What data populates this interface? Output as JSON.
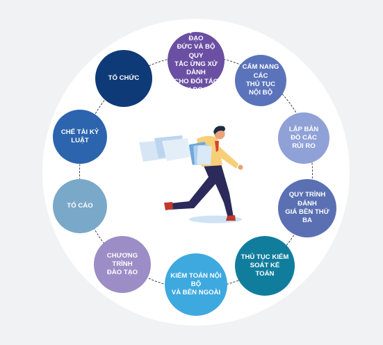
{
  "nodes": [
    {
      "label": "BỘ QUY TẮC ĐẠO\nĐỨC VÀ BỘ QUY\nTẮC ỨNG XỬ DÀNH\nCHO ĐỐI TÁC\nKINH DOANH",
      "color": "#6a4fa3"
    },
    {
      "label": "CẨM NANG CÁC\nTHỦ TỤC NỘI BỘ",
      "color": "#5a73bb"
    },
    {
      "label": "LẬP BẢN ĐỒ CÁC\nRỦI RO",
      "color": "#8fa1d6"
    },
    {
      "label": "QUY TRÌNH ĐÁNH\nGIÁ BÊN THỨ BA",
      "color": "#5a70b3"
    },
    {
      "label": "THỦ TỤC KIỂM\nSOÁT KẾ TOÁN",
      "color": "#117d9d"
    },
    {
      "label": "KIỂM TOÁN NỘI BỘ\nVÀ BÊN NGOÀI",
      "color": "#3ea9df"
    },
    {
      "label": "CHƯƠNG TRÌNH\nĐÀO TẠO",
      "color": "#9c8dc6"
    },
    {
      "label": "TỐ CÁO",
      "color": "#7aa8c8"
    },
    {
      "label": "CHẾ TÀI KỶ LUẬT",
      "color": "#2c64ad"
    },
    {
      "label": "TỔ CHỨC",
      "color": "#0e3a78"
    }
  ]
}
